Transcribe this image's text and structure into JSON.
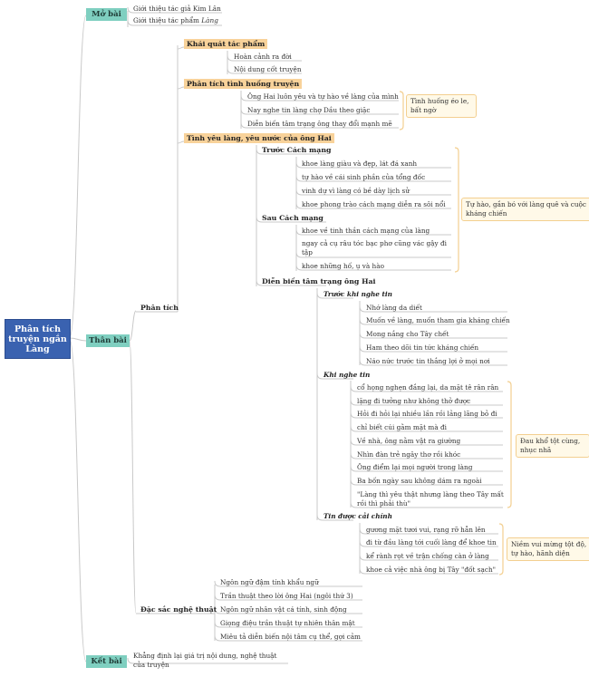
{
  "root": "Phân tích truyện ngắn Làng",
  "mo_bai": {
    "label": "Mở bài",
    "items": [
      "Giới thiệu tác giả Kim Lân",
      "Giới thiệu tác phẩm"
    ],
    "work_title": "Làng"
  },
  "than_bai": {
    "label": "Thân bài",
    "phan_tich": {
      "label": "Phân tích",
      "khai_quat": {
        "label": "Khái quát tác phẩm",
        "items": [
          "Hoàn cảnh ra đời",
          "Nội dung cốt truyện"
        ]
      },
      "tinh_huong": {
        "label": "Phân tích tình huống truyện",
        "items": [
          "Ông Hai luôn yêu và tự hào về làng của mình",
          "Nay nghe tin làng chợ Dầu theo giặc",
          "Diễn biến tâm trạng ông thay đổi mạnh mẽ"
        ],
        "note": "Tình huống éo le, bất ngờ"
      },
      "tinh_yeu_lang": {
        "label": "Tình yêu làng, yêu nước của ông Hai",
        "truoc_cm": {
          "label": "Trước Cách mạng",
          "items": [
            "khoe làng giàu và đẹp, lát đá xanh",
            "tự hào về cái sinh phần của tổng đốc",
            "vinh dự vì làng có bề dày lịch sử",
            "khoe phong trào cách mạng diễn ra sôi nổi"
          ]
        },
        "sau_cm": {
          "label": "Sau Cách mạng",
          "items": [
            "khoe về tinh thần cách mạng của làng",
            "ngay cả cụ râu tóc bạc phơ cũng vác gậy đi tập",
            "khoe những hố, ụ và hào"
          ]
        },
        "note": "Tự hào, gắn bó với làng quê và cuộc kháng chiến",
        "dien_bien": {
          "label": "Diễn biến tâm trạng ông Hai",
          "truoc_khi": {
            "label": "Trước khi nghe tin",
            "items": [
              "Nhớ làng da diết",
              "Muốn về làng, muốn tham gia kháng chiến",
              "Mong nắng cho Tây chết",
              "Ham theo dõi tin tức kháng chiến",
              "Náo nức trước tin thắng lợi ở mọi nơi"
            ]
          },
          "khi_nghe": {
            "label": "Khi nghe tin",
            "items": [
              "cổ họng nghẹn đắng lại, da mặt tê rân rân",
              "lặng đi tưởng như không thở được",
              "Hỏi đi hỏi lại nhiều lần rồi lảng lãng bỏ đi",
              "chỉ biết cúi gằm mặt mà đi",
              "Về nhà, ông nằm vật ra giường",
              "Nhìn đàn trẻ ngây thơ rồi khóc",
              "Ông điểm lại mọi người trong làng",
              "Ba bốn ngày sau không dám ra ngoài",
              "\"Làng thì yêu thật nhưng làng theo Tây mất rồi thì phải thù\""
            ],
            "note": "Đau khổ tột cùng, nhục nhã"
          },
          "cai_chinh": {
            "label": "Tin được cải chính",
            "items": [
              "gương mặt tươi vui, rạng rỡ hẳn lên",
              "đi từ đầu làng tới cuối làng để khoe tin",
              "kể rành rọt về trận chống càn ở làng",
              "khoe cả việc nhà ông bị Tây \"đốt sạch\""
            ],
            "note": "Niềm vui mừng tột độ, tự hào, hãnh diện"
          }
        }
      }
    },
    "dac_sac": {
      "label": "Đặc sắc nghệ thuật",
      "items": [
        "Ngôn ngữ đậm tính khẩu ngữ",
        "Trần thuật theo lời ông Hai (ngôi thứ 3)",
        "Ngôn ngữ nhân vật cá tính, sinh động",
        "Giọng điệu trần thuật tự nhiên thân mật",
        "Miêu tả diễn biến nội tâm cụ thể, gợi cảm"
      ]
    }
  },
  "ket_bai": {
    "label": "Kết bài",
    "item": "Khẳng định lại giá trị nội dung, nghệ thuật của truyện"
  },
  "colors": {
    "root": "#3a62b0",
    "level1": "#7fcfc0",
    "topic": "#f8d29a",
    "note_border": "#f3cf90",
    "line": "#c9c9c9"
  }
}
